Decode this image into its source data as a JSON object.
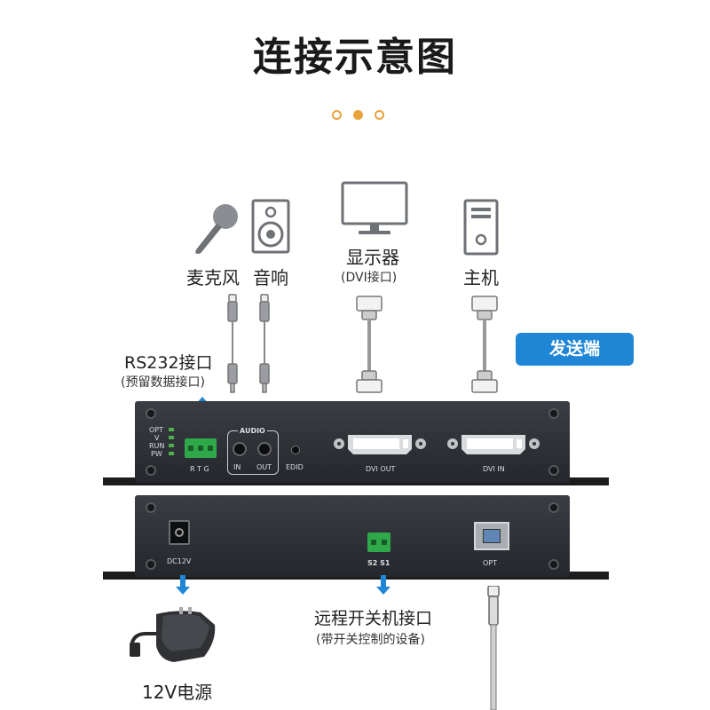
{
  "title": "连接示意图",
  "colors": {
    "accent": "#e9a23b",
    "badge": "#1f86d6",
    "arrow": "#1f86d6",
    "device": "#2b2e33",
    "terminal": "#2fa84a"
  },
  "devices": {
    "microphone": {
      "label": "麦克风",
      "icon": "microphone-icon"
    },
    "speaker": {
      "label": "音响",
      "icon": "speaker-icon"
    },
    "monitor": {
      "label": "显示器",
      "sub": "(DVI接口)",
      "icon": "monitor-icon"
    },
    "host": {
      "label": "主机",
      "icon": "computer-tower-icon"
    }
  },
  "badge": "发送端",
  "rs232": {
    "label": "RS232接口",
    "sub": "(预留数据接口)"
  },
  "front_panel": {
    "leds": [
      "OPT",
      "V",
      "RUN",
      "PW"
    ],
    "rtg": "R T G",
    "audio_title": "AUDIO",
    "audio_in": "IN",
    "audio_out": "OUT",
    "edid": "EDID",
    "dvi_out": "DVI OUT",
    "dvi_in": "DVI IN"
  },
  "rear_panel": {
    "dc": "DC12V",
    "s2s1": "S2  S1",
    "opt": "OPT"
  },
  "power": {
    "label": "12V电源"
  },
  "remote": {
    "label": "远程开关机接口",
    "sub": "(带开关控制的设备)"
  }
}
